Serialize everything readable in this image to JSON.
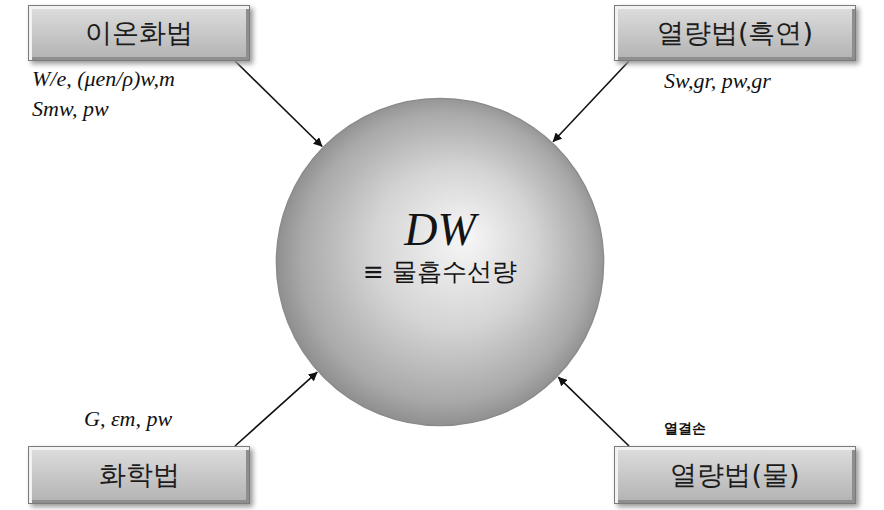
{
  "diagram": {
    "nodes": [
      {
        "text": [
          "이온화법"
        ]
      },
      {
        "text": [
          "열량법(흑연)"
        ]
      },
      {
        "text": [
          "DW",
          "≡ 물흡수선량"
        ]
      },
      {
        "text": [
          "화학법"
        ]
      },
      {
        "text": [
          "열량법(물)"
        ]
      }
    ],
    "edges": [
      {
        "from": 0,
        "to": 2,
        "arrow": "to",
        "label": "W/e, (μen/ρ)w,m Smw, pw"
      },
      {
        "from": 1,
        "to": 2,
        "arrow": "to",
        "label": "Sw,gr, pw,gr"
      },
      {
        "from": 3,
        "to": 2,
        "arrow": "to",
        "label": "G, εm, pw"
      },
      {
        "from": 4,
        "to": 2,
        "arrow": "to",
        "label": "열결손"
      }
    ]
  }
}
